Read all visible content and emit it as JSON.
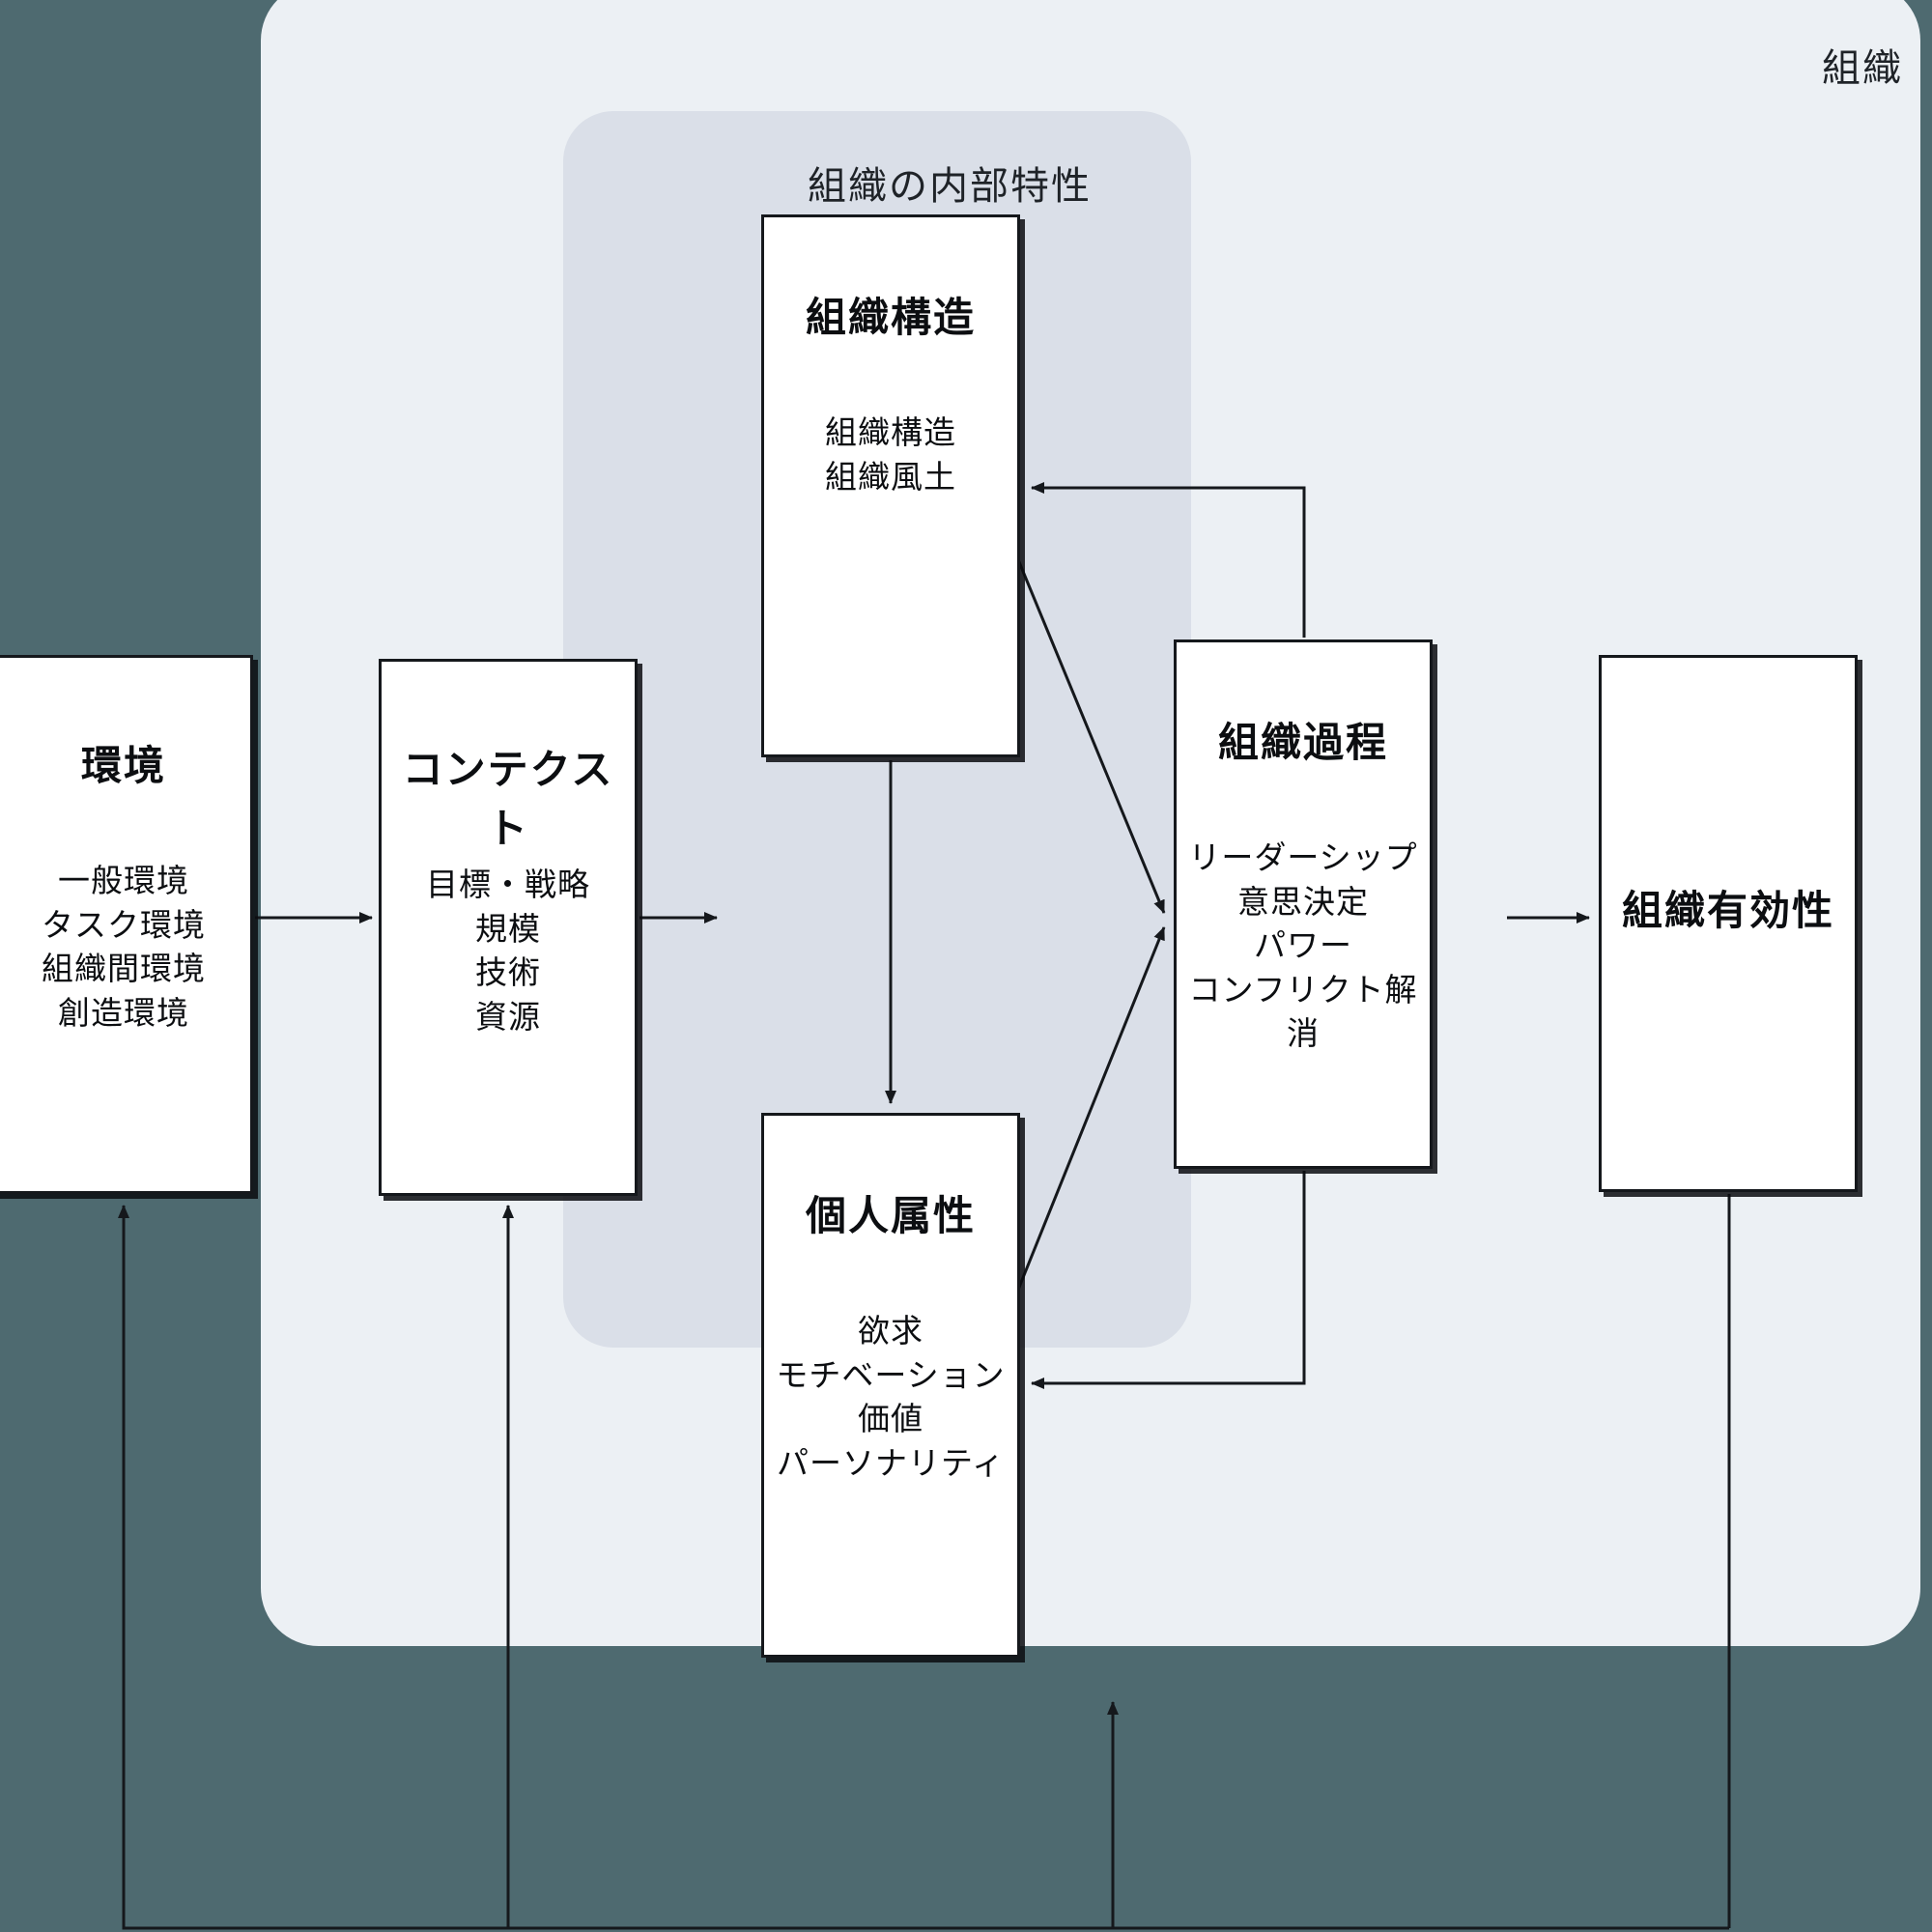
{
  "diagram": {
    "outer_label": "組織",
    "inner_label": "組織の内部特性",
    "background_color": "#4e6a70",
    "outer_fill": "#ecf0f4",
    "inner_fill": "#dadfe8",
    "node_fill": "#ffffff",
    "line_color": "#15181c"
  },
  "nodes": {
    "environment": {
      "title": "環境",
      "items": [
        "一般環境",
        "タスク環境",
        "組織間環境",
        "創造環境"
      ]
    },
    "context": {
      "title": "コンテクスト",
      "items": [
        "目標・戦略",
        "規模",
        "技術",
        "資源"
      ]
    },
    "structure": {
      "title": "組織構造",
      "items": [
        "組織構造",
        "組織風土"
      ]
    },
    "process": {
      "title": "組織過程",
      "items": [
        "リーダーシップ",
        "意思決定",
        "パワー",
        "コンフリクト解消"
      ]
    },
    "individual": {
      "title": "個人属性",
      "items": [
        "欲求",
        "モチベーション",
        "価値",
        "パーソナリティ"
      ]
    },
    "effectiveness": {
      "title": "組織有効性",
      "items": []
    }
  },
  "edges": [
    {
      "from": "environment",
      "to": "context",
      "type": "arrow"
    },
    {
      "from": "context",
      "to": "internal-characteristics",
      "type": "arrow"
    },
    {
      "from": "structure",
      "to": "individual",
      "type": "arrow"
    },
    {
      "from": "structure",
      "to": "process",
      "type": "arrow"
    },
    {
      "from": "individual",
      "to": "process",
      "type": "arrow"
    },
    {
      "from": "process",
      "to": "structure",
      "type": "feedback-arrow"
    },
    {
      "from": "process",
      "to": "individual",
      "type": "feedback-arrow"
    },
    {
      "from": "process",
      "to": "effectiveness",
      "type": "arrow"
    },
    {
      "from": "effectiveness",
      "to": "internal-characteristics",
      "type": "feedback-arrow"
    },
    {
      "from": "effectiveness",
      "to": "context",
      "type": "feedback-arrow"
    },
    {
      "from": "effectiveness",
      "to": "environment",
      "type": "feedback-arrow"
    }
  ]
}
